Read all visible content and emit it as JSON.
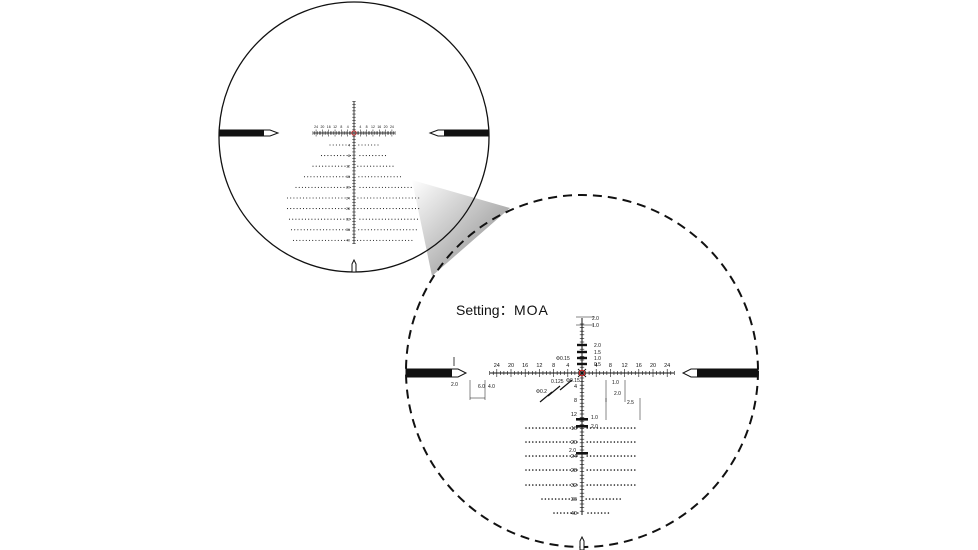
{
  "setting_label": "Setting：",
  "setting_unit": "MOA",
  "colors": {
    "ink": "#111111",
    "center_mark": "#cc2222",
    "callout_shade": "#9a9a9a",
    "background": "#ffffff"
  },
  "overview": {
    "h_labels": [
      "24",
      "20",
      "16",
      "12",
      "8",
      "4",
      "4",
      "8",
      "12",
      "16",
      "20",
      "24"
    ],
    "v_labels": [
      "4",
      "8",
      "12",
      "16",
      "20",
      "24",
      "28",
      "32",
      "36",
      "40"
    ]
  },
  "detail": {
    "h_labels": [
      "24",
      "20",
      "16",
      "12",
      "8",
      "4",
      "4",
      "8",
      "12",
      "16",
      "20",
      "24"
    ],
    "v_labels": [
      "4",
      "8",
      "12",
      "16",
      "20",
      "24",
      "28",
      "32",
      "36",
      "40"
    ],
    "upper_dims": [
      "2.0",
      "1.5",
      "1.0",
      "0.5"
    ],
    "top_dims": [
      "2.0",
      "1.0"
    ],
    "diag_dims": [
      "Φ0.15",
      "0.125",
      "Φ0.15",
      "Φ0.2"
    ],
    "right_dims": [
      "1.0",
      "2.0",
      "2.5"
    ],
    "left_dims": [
      "2.0",
      "6.0",
      "4.0"
    ],
    "mid_dims": [
      "1.0",
      "2.0"
    ],
    "low_dim": "2.0"
  }
}
